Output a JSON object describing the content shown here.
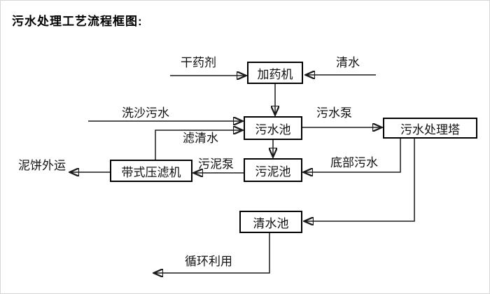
{
  "title": "污水处理工艺流程框图:",
  "nodes": {
    "dosing_machine": "加药机",
    "sewage_pool": "污水池",
    "treatment_tower": "污水处理塔",
    "sludge_pool": "污泥池",
    "belt_filter_press": "带式压滤机",
    "clear_water_pool": "清水池"
  },
  "labels": {
    "dry_agent": "干药剂",
    "clear_water": "清水",
    "sand_washing_sewage": "洗沙污水",
    "filtered_water": "滤清水",
    "sewage_pump": "污水泵",
    "bottom_sewage": "底部污水",
    "sludge_pump": "污泥泵",
    "mud_cake_out": "泥饼外运",
    "recycling": "循环利用"
  },
  "colors": {
    "line": "#1a1a1a",
    "box_border": "#000000",
    "background": "#ffffff"
  }
}
